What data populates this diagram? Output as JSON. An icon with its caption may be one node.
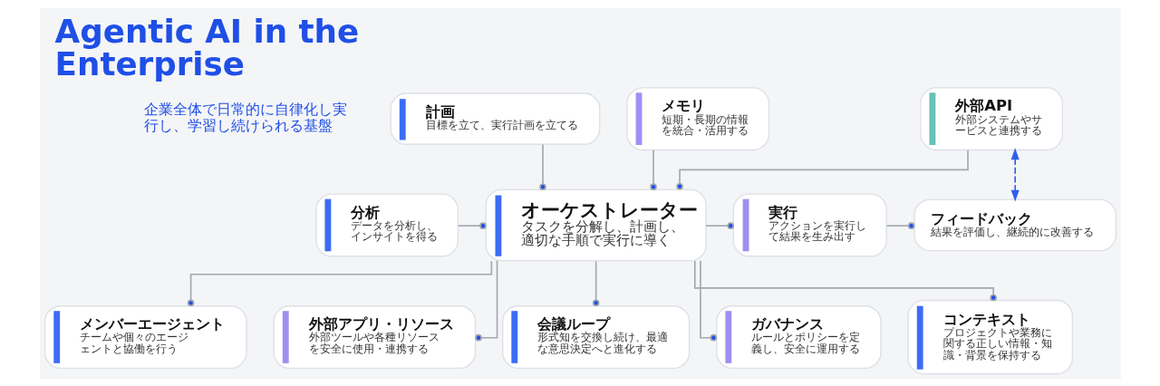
{
  "diagram": {
    "title": "Agentic AI in the Enterprise",
    "nodes": [
      {
        "text": [
          "計画",
          "目標を立て、実行計画を立てる"
        ]
      },
      {
        "text": [
          "メモリ",
          "短期・長期の情報を統合・活用する"
        ]
      },
      {
        "text": [
          "外部API",
          "外部システムやサービスと連携する"
        ]
      },
      {
        "text": [
          "分析",
          "データを分析し、インサイトを得る"
        ]
      },
      {
        "text": [
          "オーケストレーター",
          "タスクを分解し、計画し、適切な手順で実行に導く"
        ]
      },
      {
        "text": [
          "実行",
          "アクションを実行して結果を生み出す"
        ]
      },
      {
        "text": [
          "フィードバック",
          "結果を評価し、継続的に改善する"
        ]
      },
      {
        "text": [
          "メンバーエージェント",
          "チームや個々のエージェントと協働を行う"
        ]
      },
      {
        "text": [
          "外部アプリ・リソース",
          "外部ツールや各種リソースを安全に使用・連携する"
        ]
      },
      {
        "text": [
          "会議ループ",
          "形式知を交換し続け、最適な意思決定へと進化する"
        ]
      },
      {
        "text": [
          "ガバナンス",
          "ルールとポリシーを定義し、安全に運用する"
        ]
      },
      {
        "text": [
          "コンテキスト",
          "プロジェクトや業務に関する正しい情報・知識・背景を保持する"
        ]
      }
    ],
    "edges": [
      {
        "from": 0,
        "to": 4,
        "arrow": "other"
      },
      {
        "from": 1,
        "to": 4,
        "arrow": "other"
      },
      {
        "from": 2,
        "to": 4,
        "arrow": "other"
      },
      {
        "from": 3,
        "to": 4,
        "arrow": "other"
      },
      {
        "from": 4,
        "to": 5,
        "arrow": "other"
      },
      {
        "from": 5,
        "to": 6,
        "arrow": "other"
      },
      {
        "from": 2,
        "to": 6,
        "arrow": "both",
        "style": "dashed",
        "color": "#2f5ff0"
      },
      {
        "from": 4,
        "to": 7,
        "arrow": "other"
      },
      {
        "from": 4,
        "to": 8,
        "arrow": "other"
      },
      {
        "from": 4,
        "to": 9,
        "arrow": "other"
      },
      {
        "from": 4,
        "to": 10,
        "arrow": "other"
      },
      {
        "from": 4,
        "to": 11,
        "arrow": "other"
      }
    ],
    "labels": [
      "企業全体で日常的に自律化し実行し、学習し続けられる基盤"
    ]
  }
}
